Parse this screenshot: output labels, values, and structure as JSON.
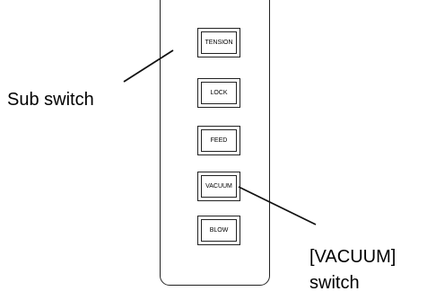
{
  "switch_panel": {
    "switches": [
      {
        "label": "TENSION"
      },
      {
        "label": "LOCK"
      },
      {
        "label": "FEED"
      },
      {
        "label": "VACUUM"
      },
      {
        "label": "BLOW"
      }
    ]
  },
  "callouts": {
    "sub_switch": "Sub switch",
    "vacuum_switch_line1": "[VACUUM]",
    "vacuum_switch_line2": "switch"
  }
}
